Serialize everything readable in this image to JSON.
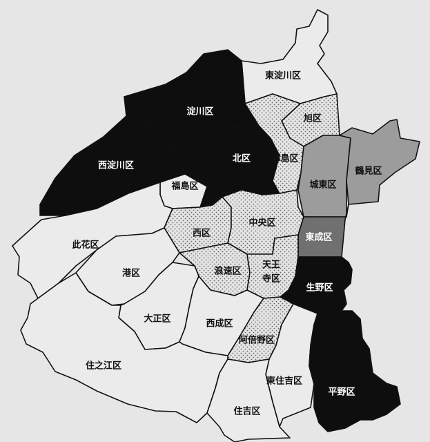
{
  "map": {
    "colors": {
      "background": "#e8e8e8",
      "light": "#ebebeb",
      "dotted": "#e4e4e4",
      "gray": "#9c9c9c",
      "midgray": "#707070",
      "black": "#0e0e0e"
    },
    "wards": [
      {
        "id": "higashiyodogawa",
        "name": "東淀川区",
        "shade": "light"
      },
      {
        "id": "yodogawa",
        "name": "淀川区",
        "shade": "black"
      },
      {
        "id": "nishiyodogawa",
        "name": "西淀川区",
        "shade": "black"
      },
      {
        "id": "kita",
        "name": "北区",
        "shade": "black"
      },
      {
        "id": "asahi",
        "name": "旭区",
        "shade": "dotted"
      },
      {
        "id": "miyakojima",
        "name": "都島区",
        "shade": "dotted"
      },
      {
        "id": "joto",
        "name": "城東区",
        "shade": "gray"
      },
      {
        "id": "tsurumi",
        "name": "鶴見区",
        "shade": "gray"
      },
      {
        "id": "fukushima",
        "name": "福島区",
        "shade": "light"
      },
      {
        "id": "konohana",
        "name": "此花区",
        "shade": "light"
      },
      {
        "id": "nishi",
        "name": "西区",
        "shade": "dotted"
      },
      {
        "id": "chuo",
        "name": "中央区",
        "shade": "dotted"
      },
      {
        "id": "higashinari",
        "name": "東成区",
        "shade": "midgray"
      },
      {
        "id": "minato",
        "name": "港区",
        "shade": "light"
      },
      {
        "id": "naniwa",
        "name": "浪速区",
        "shade": "dotted"
      },
      {
        "id": "tennoji",
        "name": "天王寺区",
        "shade": "dotted",
        "lines": [
          "天王",
          "寺区"
        ]
      },
      {
        "id": "ikuno",
        "name": "生野区",
        "shade": "black"
      },
      {
        "id": "taisho",
        "name": "大正区",
        "shade": "light"
      },
      {
        "id": "nishinari",
        "name": "西成区",
        "shade": "light"
      },
      {
        "id": "abeno",
        "name": "阿倍野区",
        "shade": "dotted"
      },
      {
        "id": "suminoe",
        "name": "住之江区",
        "shade": "light"
      },
      {
        "id": "higashisumiyoshi",
        "name": "東住吉区",
        "shade": "light"
      },
      {
        "id": "hirano",
        "name": "平野区",
        "shade": "black"
      },
      {
        "id": "sumiyoshi",
        "name": "住吉区",
        "shade": "light"
      }
    ]
  }
}
